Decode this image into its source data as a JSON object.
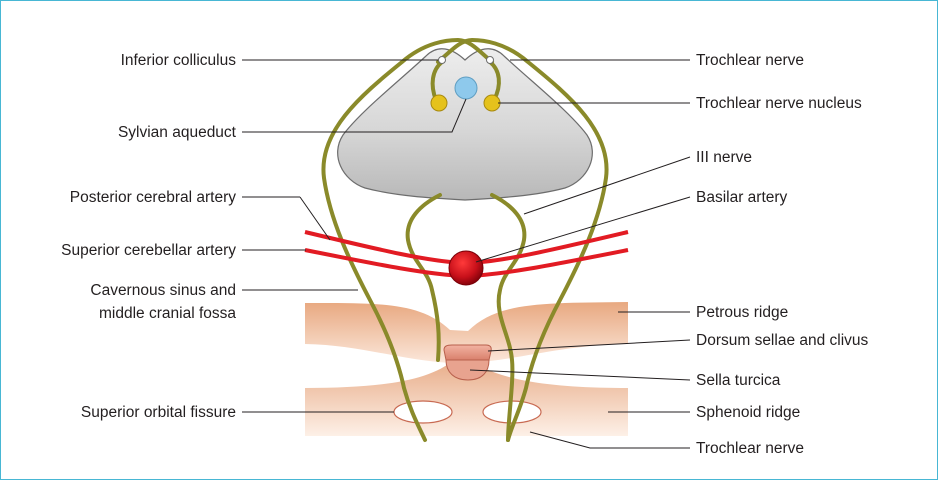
{
  "labels": {
    "inferior_colliculus": "Inferior colliculus",
    "sylvian_aqueduct": "Sylvian aqueduct",
    "posterior_cerebral_artery": "Posterior cerebral artery",
    "superior_cerebellar_artery": "Superior cerebellar artery",
    "cavernous_sinus_line1": "Cavernous sinus and",
    "cavernous_sinus_line2": "middle cranial fossa",
    "superior_orbital_fissure": "Superior orbital fissure",
    "trochlear_nerve_top": "Trochlear nerve",
    "trochlear_nerve_nucleus": "Trochlear nerve nucleus",
    "iii_nerve": "III nerve",
    "basilar_artery": "Basilar artery",
    "petrous_ridge": "Petrous ridge",
    "dorsum_sellae": "Dorsum sellae and clivus",
    "sella_turcica": "Sella turcica",
    "sphenoid_ridge": "Sphenoid ridge",
    "trochlear_nerve_bottom": "Trochlear nerve"
  },
  "colors": {
    "frame_border": "#48b7d4",
    "nerve": "#8a8a2a",
    "artery": "#e21b23",
    "brainstem_fill": "#d4d4d4",
    "aqueduct": "#8ec9ec",
    "nucleus": "#e5c21c",
    "bone": "#f3c7a8",
    "sella": "#e89a86"
  }
}
